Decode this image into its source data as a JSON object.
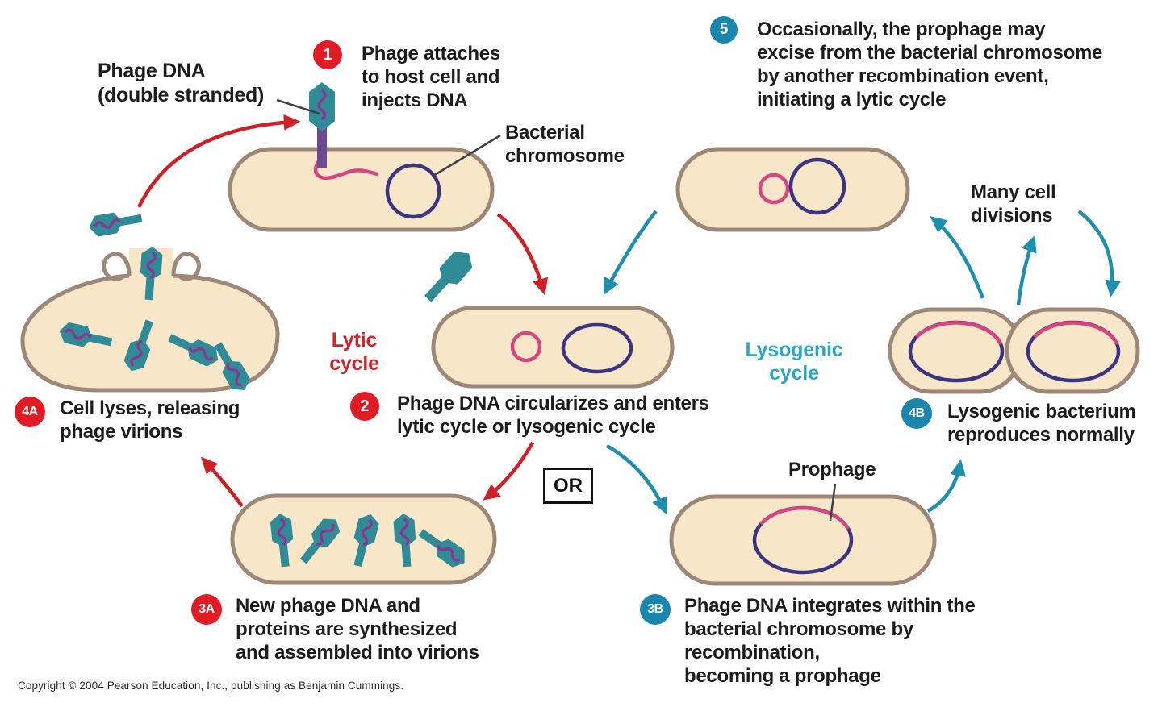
{
  "colors": {
    "arrow_red": "#cf2027",
    "arrow_teal": "#1f8fae",
    "badge_red": "#e11b23",
    "badge_teal": "#1a85ad",
    "cell_fill": "#f8e6c9",
    "cell_border": "#9d8777",
    "chromosome_navy": "#3c3480",
    "dna_pink": "#d6457f",
    "dna_purple": "#8a3790",
    "phage_teal": "#2f8c96",
    "lytic_red": "#d2232a",
    "lysogenic_teal": "#2aa6c9"
  },
  "labels": {
    "phage_dna": "Phage DNA\n(double stranded)",
    "bacterial_chromosome": "Bacterial\nchromosome",
    "many_cell_divisions": "Many cell\ndivisions",
    "prophage": "Prophage",
    "or": "OR",
    "lytic_cycle": "Lytic\ncycle",
    "lysogenic_cycle": "Lysogenic\ncycle"
  },
  "steps": {
    "s1": {
      "badge": "1",
      "text": "Phage attaches\nto host cell and\ninjects DNA"
    },
    "s2": {
      "badge": "2",
      "text": "Phage DNA circularizes and enters\nlytic cycle or lysogenic cycle"
    },
    "s3a": {
      "badge": "3A",
      "text": "New phage DNA and\nproteins are synthesized\nand assembled into virions"
    },
    "s3b": {
      "badge": "3B",
      "text": "Phage DNA integrates within the\nbacterial chromosome by recombination,\nbecoming a prophage"
    },
    "s4a": {
      "badge": "4A",
      "text": "Cell lyses, releasing\nphage virions"
    },
    "s4b": {
      "badge": "4B",
      "text": "Lysogenic bacterium\nreproduces normally"
    },
    "s5": {
      "badge": "5",
      "text": "Occasionally, the prophage may\nexcise from the bacterial chromosome\nby another recombination event,\ninitiating a lytic cycle"
    }
  },
  "footer": {
    "copyright": "Copyright © 2004 Pearson Education, Inc., publishing as Benjamin Cummings."
  }
}
